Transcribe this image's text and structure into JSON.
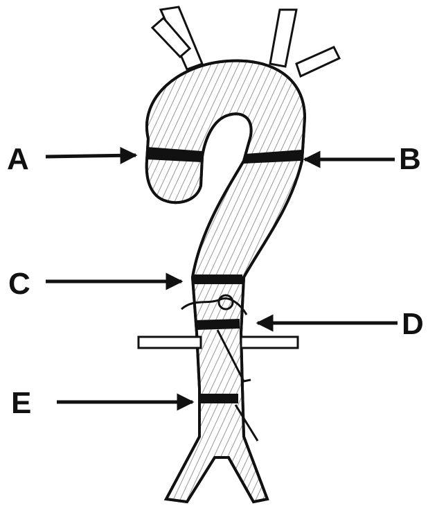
{
  "labels": {
    "a": "A",
    "b": "B",
    "c": "C",
    "d": "D",
    "e": "E"
  },
  "colors": {
    "ink": "#111111",
    "vessel_fill": "#ffffff",
    "background": "#ffffff"
  }
}
